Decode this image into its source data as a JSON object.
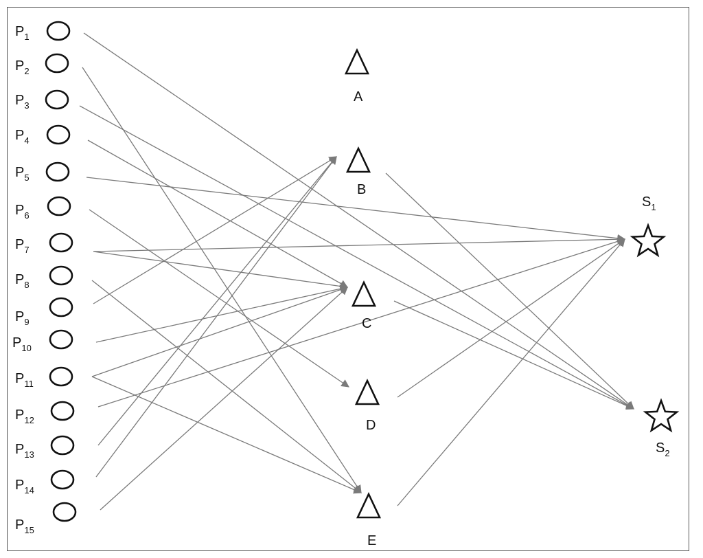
{
  "sources": [
    {
      "id": "P1",
      "base": "P",
      "sub": "1"
    },
    {
      "id": "P2",
      "base": "P",
      "sub": "2"
    },
    {
      "id": "P3",
      "base": "P",
      "sub": "3"
    },
    {
      "id": "P4",
      "base": "P",
      "sub": "4"
    },
    {
      "id": "P5",
      "base": "P",
      "sub": "5"
    },
    {
      "id": "P6",
      "base": "P",
      "sub": "6"
    },
    {
      "id": "P7",
      "base": "P",
      "sub": "7"
    },
    {
      "id": "P8",
      "base": "P",
      "sub": "8"
    },
    {
      "id": "P9",
      "base": "P",
      "sub": "9"
    },
    {
      "id": "P10",
      "base": "P",
      "sub": "10"
    },
    {
      "id": "P11",
      "base": "P",
      "sub": "11"
    },
    {
      "id": "P12",
      "base": "P",
      "sub": "12"
    },
    {
      "id": "P13",
      "base": "P",
      "sub": "13"
    },
    {
      "id": "P14",
      "base": "P",
      "sub": "14"
    },
    {
      "id": "P15",
      "base": "P",
      "sub": "15"
    }
  ],
  "hubs": [
    {
      "id": "A",
      "label": "A"
    },
    {
      "id": "B",
      "label": "B"
    },
    {
      "id": "C",
      "label": "C"
    },
    {
      "id": "D",
      "label": "D"
    },
    {
      "id": "E",
      "label": "E"
    }
  ],
  "sinks": [
    {
      "id": "S1",
      "base": "S",
      "sub": "1"
    },
    {
      "id": "S2",
      "base": "S",
      "sub": "2"
    }
  ],
  "edges": [
    [
      "P1",
      "S2"
    ],
    [
      "P2",
      "E"
    ],
    [
      "P3",
      "S2"
    ],
    [
      "P4",
      "C"
    ],
    [
      "P5",
      "S1"
    ],
    [
      "P6",
      "D"
    ],
    [
      "P7",
      "C"
    ],
    [
      "P7",
      "S1"
    ],
    [
      "P8",
      "E"
    ],
    [
      "P9",
      "B"
    ],
    [
      "P10",
      "C"
    ],
    [
      "P11",
      "C"
    ],
    [
      "P11",
      "E"
    ],
    [
      "P12",
      "S1"
    ],
    [
      "P13",
      "B"
    ],
    [
      "P14",
      "B"
    ],
    [
      "P15",
      "C"
    ],
    [
      "B",
      "S2"
    ],
    [
      "C",
      "S2"
    ],
    [
      "D",
      "S1"
    ],
    [
      "E",
      "S1"
    ]
  ],
  "colors": {
    "edge": "#7a7a7a",
    "node": "#111111"
  }
}
